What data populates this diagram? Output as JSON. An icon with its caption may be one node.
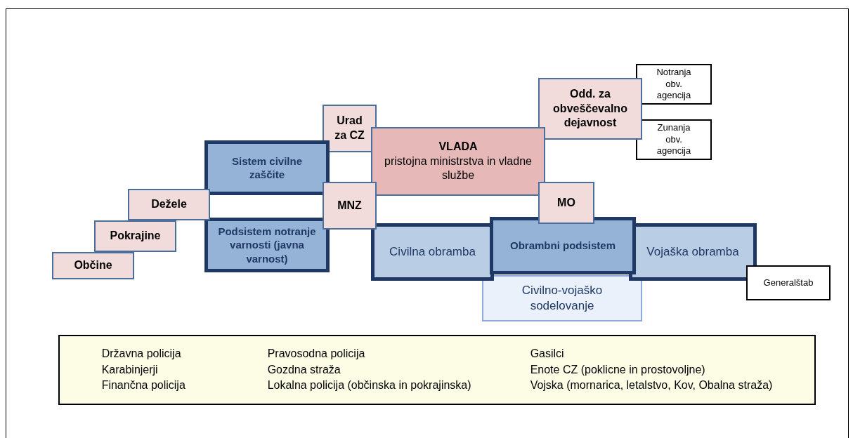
{
  "diagram": {
    "nodes": [
      {
        "text": [
          "Notranja obv. agencija"
        ]
      },
      {
        "text": [
          "Odd. za obveščevalno dejavnost"
        ]
      },
      {
        "text": [
          "Urad za CZ"
        ]
      },
      {
        "text": [
          "Zunanja obv. agencija"
        ]
      },
      {
        "text": [
          "VLADA",
          "pristojna ministrstva in vladne službe"
        ]
      },
      {
        "text": [
          "Sistem civilne zaščite"
        ]
      },
      {
        "text": [
          "Dežele"
        ]
      },
      {
        "text": [
          "MNZ"
        ]
      },
      {
        "text": [
          "MO"
        ]
      },
      {
        "text": [
          "Pokrajine"
        ]
      },
      {
        "text": [
          "Podsistem notranje varnosti (javna varnost)"
        ]
      },
      {
        "text": [
          "Civilna obramba"
        ]
      },
      {
        "text": [
          "Obrambni podsistem"
        ]
      },
      {
        "text": [
          "Vojaška obramba"
        ]
      },
      {
        "text": [
          "Občine"
        ]
      },
      {
        "text": [
          "Civilno-vojaško sodelovanje"
        ]
      },
      {
        "text": [
          "Generalštab"
        ]
      },
      {
        "text": [
          "Državna policija",
          "Pravosodna policija",
          "Gasilci",
          "Karabinjerji",
          "Gozdna straža",
          "Enote CZ (poklicne in prostovoljne)",
          "Finančna policija",
          "Lokalna policija (občinska in pokrajinska)",
          "Vojska (mornarica, letalstvo, Kov, Obalna straža)"
        ]
      }
    ]
  }
}
